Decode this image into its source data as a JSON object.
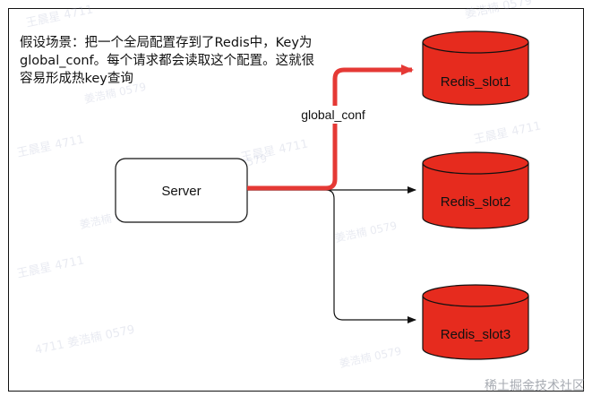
{
  "scenario_text": "假设场景：把一个全局配置存到了Redis中，Key为global_conf。每个请求都会读取这个配置。这就很容易形成热key查询",
  "server_label": "Server",
  "edge_label": "global_conf",
  "slots": [
    {
      "label": "Redis_slot1",
      "hot": true
    },
    {
      "label": "Redis_slot2",
      "hot": false
    },
    {
      "label": "Redis_slot3",
      "hot": false
    }
  ],
  "colors": {
    "hot_edge": "#e53935",
    "normal_edge": "#111111",
    "cylinder_fill": "#e62b1e",
    "cylinder_stroke": "#111111"
  },
  "watermarks": {
    "names": [
      "王晨星 4711",
      "姜浩楠 0579",
      "王晨星 4711",
      "姜浩楠 0579",
      "王晨星 4711",
      "姜浩楠 0579",
      "王晨星 4711",
      "姜浩楠 0579",
      "王晨星 4711",
      "姜浩楠 0579",
      "4711 姜浩楠 0579",
      "姜浩楠 0579"
    ],
    "footer": "稀土掘金技术社区"
  }
}
